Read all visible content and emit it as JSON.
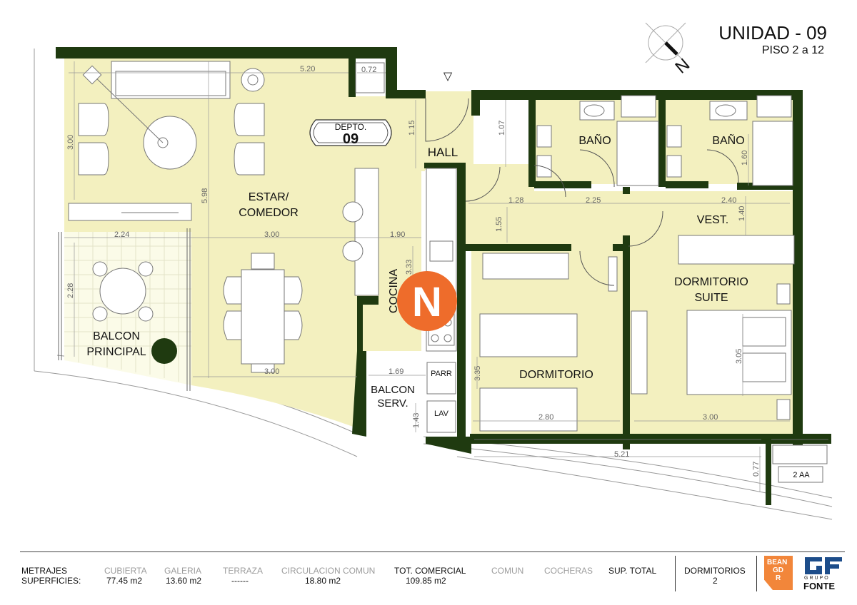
{
  "header": {
    "unit_title": "UNIDAD - 09",
    "floor_label": "PISO  2 a 12",
    "north_letter": "N"
  },
  "plan": {
    "depto_label": "DEPTO.",
    "depto_number": "09",
    "logo_letter": "N",
    "rooms": {
      "estar": "ESTAR/",
      "comedor": "COMEDOR",
      "hall": "HALL",
      "bano_1": "BAÑO",
      "bano_2": "BAÑO",
      "vest": "VEST.",
      "dorm_suite_1": "DORMITORIO",
      "dorm_suite_2": "SUITE",
      "dormitorio": "DORMITORIO",
      "cocina": "COCINA",
      "balcon_principal_1": "BALCON",
      "balcon_principal_2": "PRINCIPAL",
      "balcon_serv_1": "BALCON",
      "balcon_serv_2": "SERV.",
      "parr": "PARR",
      "lav": "LAV",
      "aa": "2 AA"
    },
    "dimensions": {
      "d_520": "5.20",
      "d_072": "0.72",
      "d_300a": "3.00",
      "d_598": "5.98",
      "d_115": "1.15",
      "d_107": "1.07",
      "d_160": "1.60",
      "d_128": "1.28",
      "d_225": "2.25",
      "d_240": "2.40",
      "d_140": "1.40",
      "d_155": "1.55",
      "d_224": "2.24",
      "d_300b": "3.00",
      "d_190": "1.90",
      "d_228": "2.28",
      "d_333": "3.33",
      "d_300c": "3.00",
      "d_169": "1.69",
      "d_335": "3.35",
      "d_143": "1.43",
      "d_280": "2.80",
      "d_305": "3.05",
      "d_300d": "3.00",
      "d_521": "5.21",
      "d_077": "0.77"
    }
  },
  "footer": {
    "metrajes": "METRAJES",
    "superficies": "SUPERFICIES:",
    "cubierta_label": "CUBIERTA",
    "cubierta_value": "77.45 m2",
    "galeria_label": "GALERIA",
    "galeria_value": "13.60 m2",
    "terraza_label": "TERRAZA",
    "terraza_value": "------",
    "circulacion_label": "CIRCULACION  COMUN",
    "circulacion_value": "18.80 m2",
    "tot_label": "TOT. COMERCIAL",
    "tot_value": "109.85 m2",
    "comun_label": "COMUN",
    "cocheras_label": "COCHERAS",
    "sup_total_label": "SUP. TOTAL",
    "dormitorios_label": "DORMITORIOS",
    "dormitorios_value": "2",
    "bean_1": "BEAN",
    "bean_2": "GD",
    "bean_3": "R",
    "grupo_text": "GRUPO",
    "fonte_text": "FONTE"
  },
  "colors": {
    "wall": "#1f3a10",
    "room_fill": "#f3f0bf",
    "accent": "#ee6c2b",
    "bean_orange": "#f2863a",
    "grupo_blue": "#1d4d8a"
  }
}
